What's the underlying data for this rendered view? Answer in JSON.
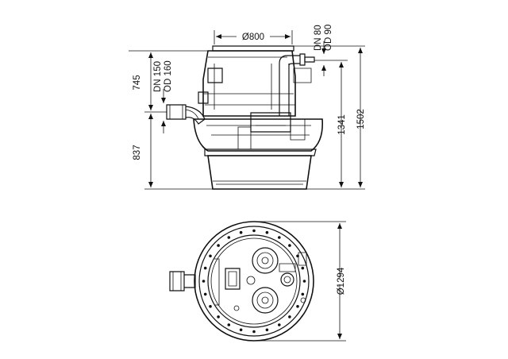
{
  "dimensions": {
    "top_diameter": "Ø800",
    "outlet_size_dn": "DN 80",
    "outlet_size_od": "OD 90",
    "inlet_size_dn": "DN 150",
    "inlet_size_od": "OD 160",
    "inlet_height_from_top": "745",
    "inlet_height_from_bottom": "837",
    "outlet_height": "1341",
    "total_height": "1502",
    "base_diameter": "Ø1294"
  }
}
